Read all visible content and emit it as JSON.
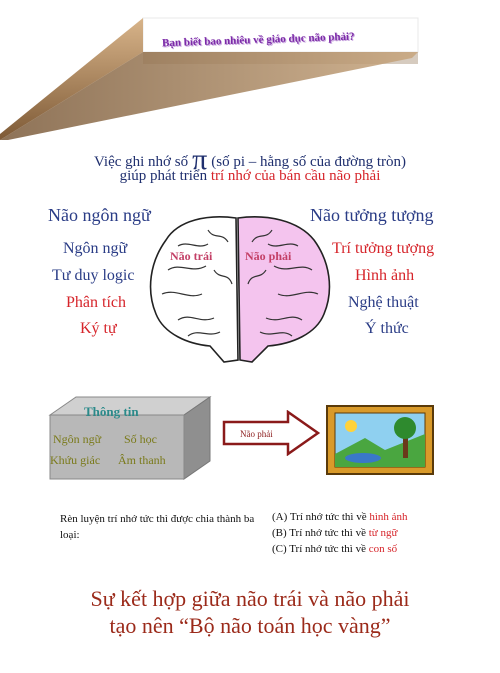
{
  "banner": {
    "question": "Bạn biết bao nhiêu về giáo dục não phải?"
  },
  "intro": {
    "line1_before": "Việc ghi nhớ số",
    "pi_symbol": "π",
    "line1_after": "(số pi – hằng số của đường tròn)",
    "line2_before": "giúp phát triển",
    "line2_highlight": "trí nhớ của bán cầu não phải"
  },
  "left_brain": {
    "header": "Não ngôn ngữ",
    "items": [
      {
        "label": "Ngôn ngữ",
        "color": "#2a3c86"
      },
      {
        "label": "Tư duy logic",
        "color": "#2a3c86"
      },
      {
        "label": "Phân tích",
        "color": "#d6242a"
      },
      {
        "label": "Ký tự",
        "color": "#d6242a"
      }
    ]
  },
  "right_brain": {
    "header": "Não tưởng tượng",
    "items": [
      {
        "label": "Trí tưởng tượng",
        "color": "#d6242a"
      },
      {
        "label": "Hình ảnh",
        "color": "#d6242a"
      },
      {
        "label": "Nghệ thuật",
        "color": "#2a3c86"
      },
      {
        "label": "Ý thức",
        "color": "#2a3c86"
      }
    ]
  },
  "brain": {
    "left_label": "Não trái",
    "right_label": "Não phải"
  },
  "info_box": {
    "title": "Thông tin",
    "cells": [
      "Ngôn ngữ",
      "Số học",
      "Khứu giác",
      "Âm thanh"
    ]
  },
  "arrow": {
    "label": "Não phải"
  },
  "memory": {
    "intro": "Rèn luyện trí nhớ tức thì được chia thành ba loại:",
    "types": [
      {
        "prefix": "(A) Trí nhớ tức thì về",
        "highlight": "hình ảnh"
      },
      {
        "prefix": "(B) Trí nhớ tức thì về",
        "highlight": "từ ngữ"
      },
      {
        "prefix": "(C) Trí nhớ tức thì về",
        "highlight": "con số"
      }
    ]
  },
  "conclusion": {
    "line1": "Sự kết hợp giữa não trái và não phải",
    "line2": "tạo nên “Bộ não toán học vàng”"
  }
}
